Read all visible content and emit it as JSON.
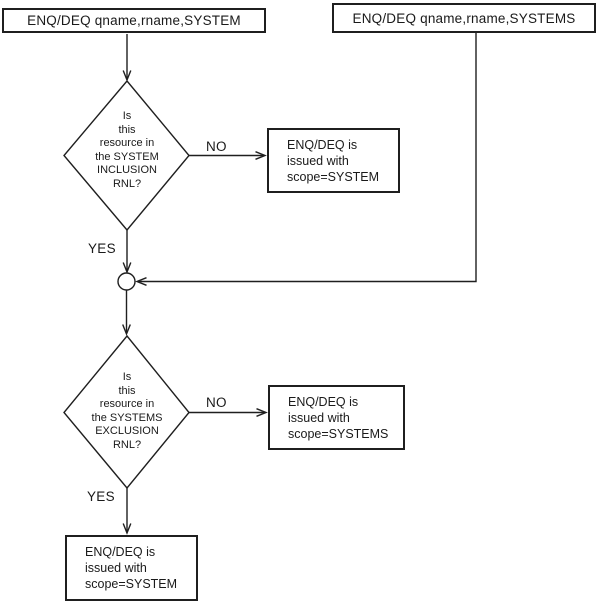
{
  "diagram": {
    "background": "#ffffff",
    "line_color": "#1f1f1f",
    "start_left": {
      "label": "ENQ/DEQ qname,rname,SYSTEM"
    },
    "start_right": {
      "label": "ENQ/DEQ qname,rname,SYSTEMS"
    },
    "decision_inclusion": {
      "lines": [
        "Is",
        "this",
        "resource in",
        "the SYSTEM",
        "INCLUSION",
        "RNL?"
      ]
    },
    "decision_exclusion": {
      "lines": [
        "Is",
        "this",
        "resource in",
        "the SYSTEMS",
        "EXCLUSION",
        "RNL?"
      ]
    },
    "result_inclusion_no": {
      "lines": [
        "ENQ/DEQ is",
        "issued with",
        "scope=SYSTEM"
      ]
    },
    "result_exclusion_no": {
      "lines": [
        "ENQ/DEQ is",
        "issued with",
        "scope=SYSTEMS"
      ]
    },
    "result_final_yes": {
      "lines": [
        "ENQ/DEQ is",
        "issued with",
        "scope=SYSTEM"
      ]
    },
    "branch_labels": {
      "inclusion_no": "NO",
      "inclusion_yes": "YES",
      "exclusion_no": "NO",
      "exclusion_yes": "YES"
    }
  }
}
